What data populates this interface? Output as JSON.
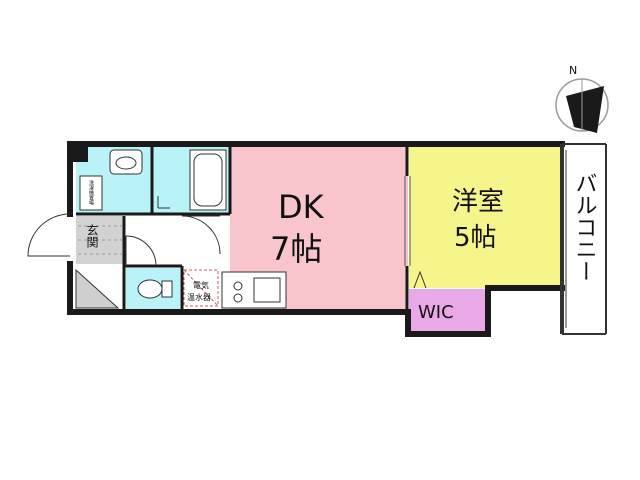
{
  "compass": {
    "north_label": "N"
  },
  "rooms": {
    "dk": {
      "name": "DK",
      "size": "7帖"
    },
    "western": {
      "name": "洋室",
      "size": "5帖"
    },
    "wic": {
      "name": "WIC"
    },
    "balcony": {
      "name": "バルコニー"
    },
    "entrance": {
      "name": "玄関"
    },
    "heater": {
      "line1": "電気",
      "line2": "温水器"
    },
    "washer": {
      "name": "洗濯機置場"
    }
  },
  "colors": {
    "dk": "#f7c5cb",
    "western": "#f6f58c",
    "wic": "#e9a8e6",
    "wet": "#b9f2f7",
    "entrance": "#d2d2d2",
    "wall": "#1a1a1a"
  }
}
